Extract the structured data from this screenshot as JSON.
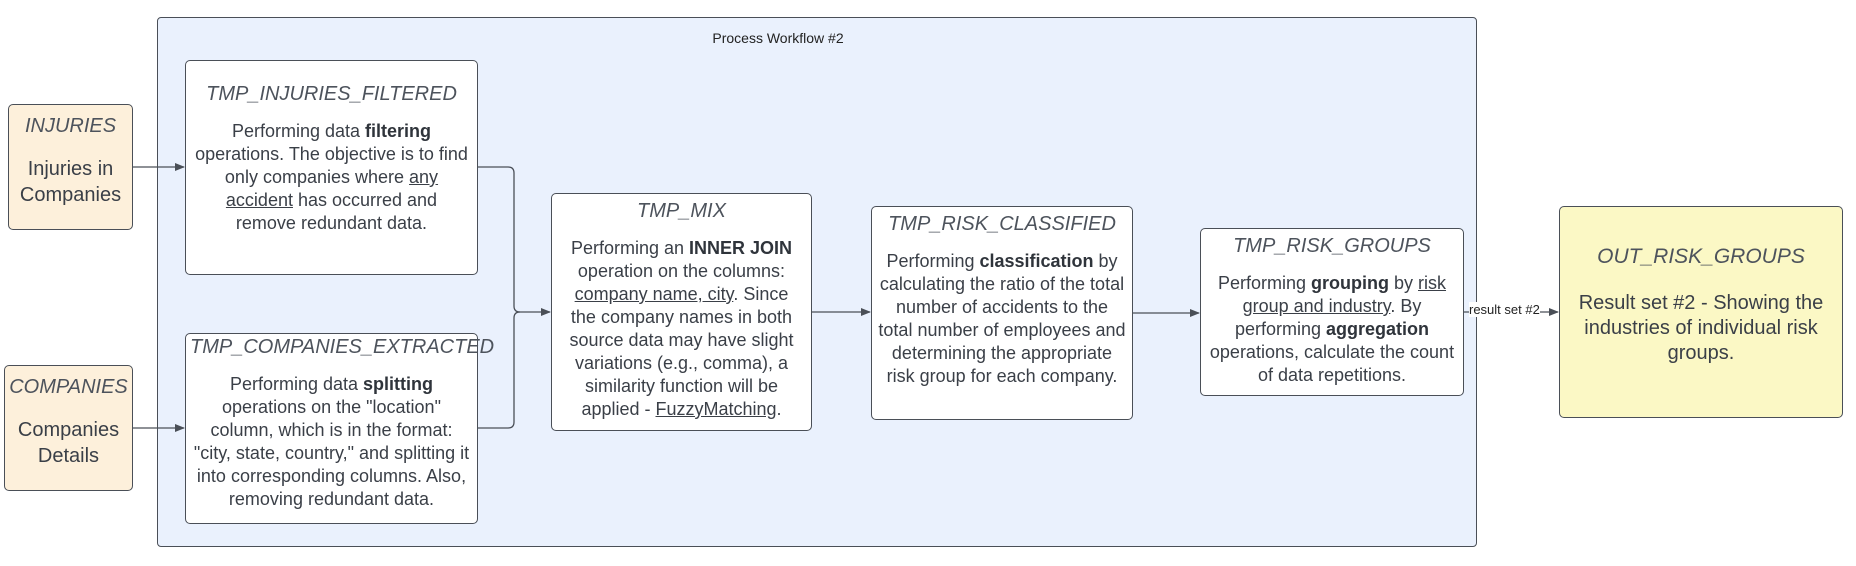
{
  "workflow": {
    "title": "Process Workflow #2"
  },
  "sources": {
    "injuries": {
      "title": "INJURIES",
      "body": "Injuries in Companies"
    },
    "companies": {
      "title": "COMPANIES",
      "body": "Companies Details"
    }
  },
  "steps": {
    "injuries_filtered": {
      "title": "TMP_INJURIES_FILTERED",
      "t1": "Performing data ",
      "b1": "filtering",
      "t2": " operations. The objective is to find only companies where ",
      "u1": "any accident",
      "t3": " has occurred and remove redundant data."
    },
    "companies_extracted": {
      "title": "TMP_COMPANIES_EXTRACTED",
      "t1": "Performing data ",
      "b1": "splitting",
      "t2": " operations on the \"location\" column, which is in the format: \"city, state, country,\" and splitting it into corresponding columns. Also, removing redundant data."
    },
    "mix": {
      "title": "TMP_MIX",
      "t1": "Performing an ",
      "b1": "INNER JOIN",
      "t2": " operation on the columns: ",
      "u1": "company name, city",
      "t3": ". Since the company names in both source data may have slight variations (e.g., comma), a similarity function will be applied - ",
      "u2": "FuzzyMatching",
      "t4": "."
    },
    "risk_classified": {
      "title": "TMP_RISK_CLASSIFIED",
      "t1": "Performing ",
      "b1": "classification",
      "t2": " by calculating the ratio of the total number of accidents to the total number of employees and determining the appropriate risk group for each company."
    },
    "risk_groups": {
      "title": "TMP_RISK_GROUPS",
      "t1": "Performing ",
      "b1": "grouping",
      "t2": " by ",
      "u1": "risk group and industry",
      "t3": ". By performing ",
      "b2": "aggregation",
      "t4": " operations, calculate the count of data repetitions."
    }
  },
  "output": {
    "title": "OUT_RISK_GROUPS",
    "body": "Result set #2 - Showing the industries of individual risk groups."
  },
  "edges": {
    "result_label": "result set #2"
  }
}
